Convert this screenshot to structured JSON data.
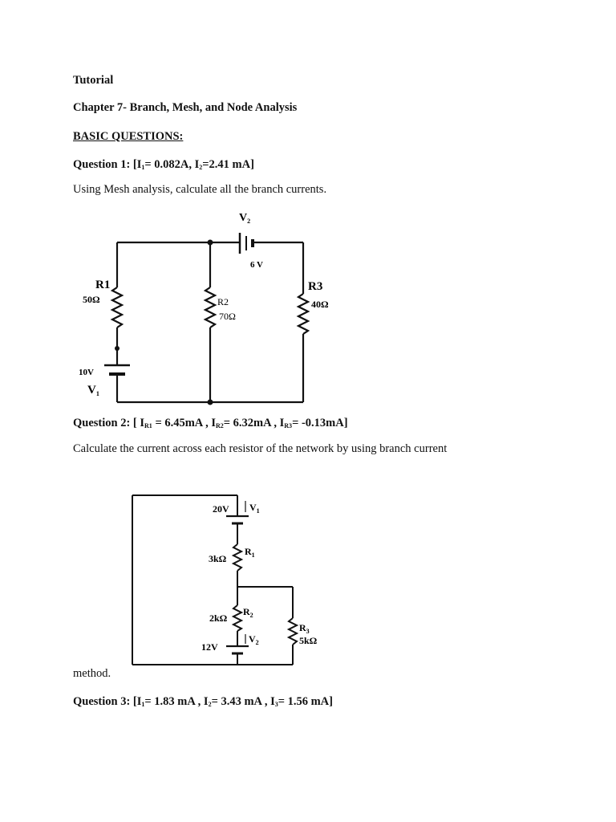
{
  "heading": "Tutorial",
  "chapter": "Chapter 7- Branch, Mesh, and Node Analysis",
  "section": "BASIC QUESTIONS:",
  "q1": {
    "label": "Question 1: [I",
    "s1": "1",
    "p1": "= 0.082A, I",
    "s2": "2",
    "p2": "=2.41 mA]",
    "text": "Using Mesh analysis, calculate all the branch currents."
  },
  "circuit1": {
    "v2_label": "V",
    "v2_sub": "2",
    "v2_value": "6 V",
    "r1_label": "R1",
    "r1_value": "50Ω",
    "r2_label": "R2",
    "r2_value": "70Ω",
    "r3_label": "R3",
    "r3_value": "40Ω",
    "v1_value": "10V",
    "v1_label": "V",
    "v1_sub": "1"
  },
  "q2": {
    "label": "Question 2: [ I",
    "s1": "R1",
    "p1": " = 6.45mA , I",
    "s2": "R2",
    "p2": "= 6.32mA , I",
    "s3": "R3",
    "p3": "= -0.13mA]",
    "text": "Calculate the current across each resistor of the network by using branch current",
    "text2": "method."
  },
  "circuit2": {
    "v1_value": "20V",
    "v1_label": "V",
    "v1_sub": "1",
    "r1_value": "3kΩ",
    "r1_label": "R",
    "r1_sub": "1",
    "r2_value": "2kΩ",
    "r2_label": "R",
    "r2_sub": "2",
    "r3_label": "R",
    "r3_sub": "3",
    "r3_value": "5kΩ",
    "v2_value": "12V",
    "v2_label": "V",
    "v2_sub": "2"
  },
  "q3": {
    "label": "Question 3: [I",
    "s1": "1",
    "p1": "= 1.83 mA , I",
    "s2": "2",
    "p2": "= 3.43 mA , I",
    "s3": "3",
    "p3": "= 1.56 mA]"
  }
}
